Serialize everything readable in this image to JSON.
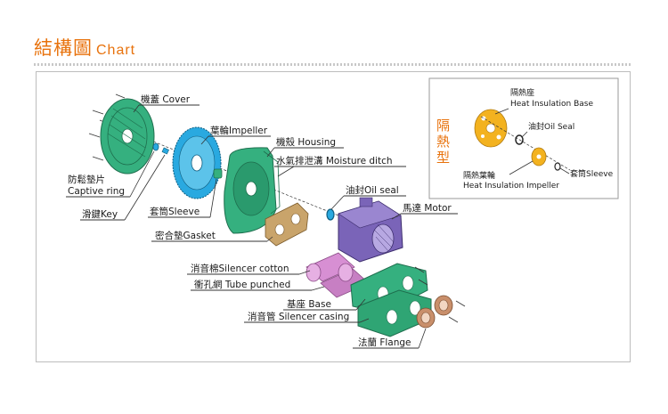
{
  "heading": {
    "zh": "結構圖",
    "en": "Chart"
  },
  "inset": {
    "title": [
      "隔",
      "熱",
      "型"
    ]
  },
  "labels": {
    "cover": "機蓋 Cover",
    "impeller": "葉輪Impeller",
    "housing": "機殼 Housing",
    "moisture_ditch": "水氣排泄溝 Moisture ditch",
    "captive_ring_zh": "防鬆墊片",
    "captive_ring_en": "Captive ring",
    "key": "滑鍵Key",
    "sleeve": "套筒Sleeve",
    "gasket": "密合墊Gasket",
    "oil_seal": "油封Oil seal",
    "motor": "馬達 Motor",
    "silencer_cotton": "消音棉Silencer cotton",
    "tube_punched": "衝孔網 Tube punched",
    "base": "基座 Base",
    "silencer_casing": "消音管 Silencer casing",
    "flange": "法蘭 Flange",
    "heat_base_zh": "隔熱座",
    "heat_base_en": "Heat Insulation Base",
    "inset_oil_seal": "油封Oil Seal",
    "heat_impeller_zh": "隔熱葉輪",
    "heat_impeller_en": "Heat Insulation Impeller",
    "inset_sleeve": "套筒Sleeve"
  },
  "colors": {
    "accent": "#e8720c",
    "green_part": "#35b07f",
    "blue_impeller": "#29a9e0",
    "motor_purple": "#7a64b8",
    "silencer_pink": "#d78fd3",
    "flange_copper": "#c98f6b",
    "heat_insulation_yellow": "#f3b21f"
  }
}
